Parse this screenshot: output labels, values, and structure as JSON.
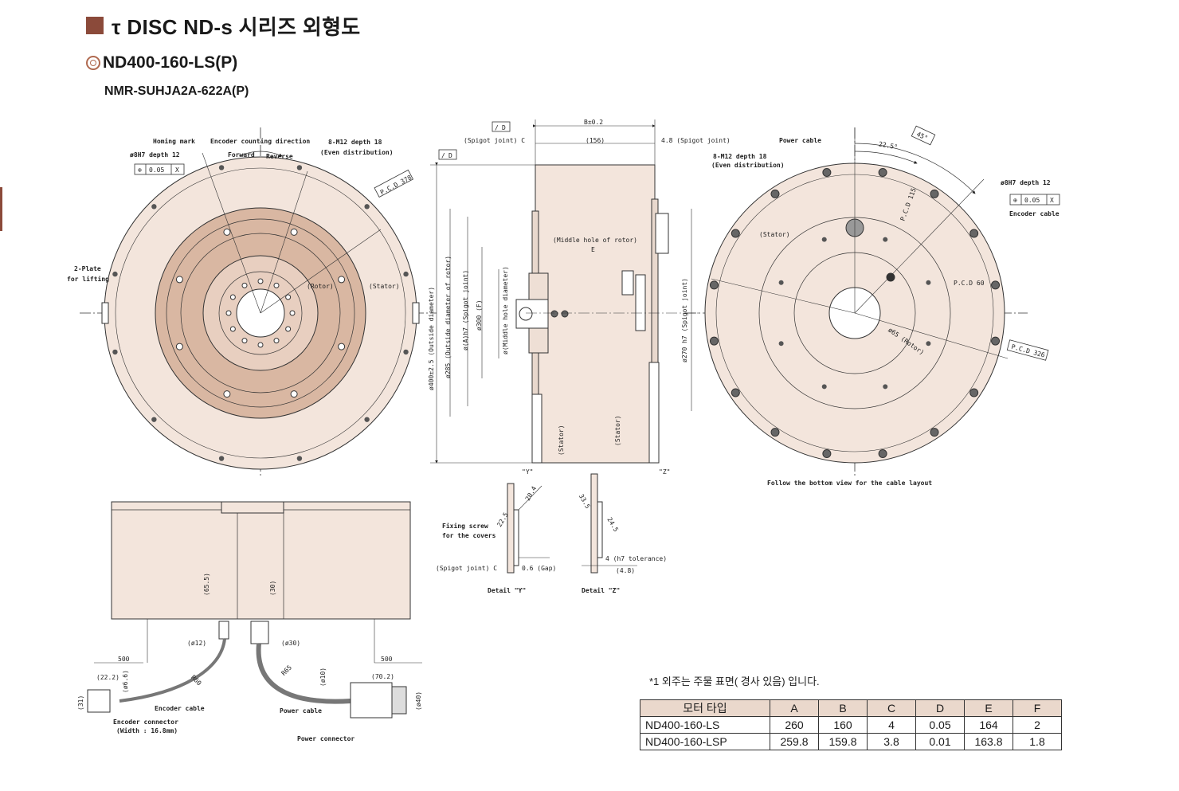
{
  "header": {
    "title": "τ DISC ND-s 시리즈  외형도",
    "model": "ND400-160-LS(P)",
    "code": "NMR-SUHJA2A-622A(P)"
  },
  "colors": {
    "accent": "#8b4a3a",
    "stator_fill": "#f3e5dc",
    "rotor_fill": "#d9b7a2",
    "table_header": "#ead8cc"
  },
  "drawing_labels": {
    "front": {
      "homing_mark": "Homing mark",
      "encoder_dir": "Encoder counting direction",
      "forward": "Forward",
      "reverse": "Reverse",
      "tap": "8-M12 depth 18",
      "even": "(Even distribution)",
      "pin": "ø8H7 depth 12",
      "tol": "0.05",
      "datum": "X",
      "pcd": "P.C.D 378",
      "plate1": "2-Plate",
      "plate2": "for lifting",
      "rotor": "(Rotor)",
      "stator": "(Stator)"
    },
    "side": {
      "flat": "D",
      "dim_top": "B±0.2",
      "spigot_c": "(Spigot joint) C",
      "d156": "(156)",
      "spigot_4": "4.8 (Spigot joint)",
      "middle_hole": "(Middle hole of rotor)",
      "middle_e": "E",
      "outside_d": "ø400±2.5 (Outside diameter)",
      "outer_rotor": "ø285 (Outside diameter of rotor)",
      "spigot_a": "ø(A)h7 (Spigot joint)",
      "f_dim": "ø300 (F)",
      "hole_d": "ø(Middle hole diameter)",
      "spigot_b": "ø270 h7 (Spigot joint)",
      "stator": "(Stator)",
      "stator2": "(Stator)",
      "mark_y": "\"Y\"",
      "mark_z": "\"Z\""
    },
    "rear": {
      "power_cable": "Power cable",
      "angle45": "45°",
      "angle22": "22.5°",
      "tap": "8-M12 depth 18",
      "even": "(Even distribution)",
      "pin": "ø8H7 depth 12",
      "tol": "0.05",
      "datum": "X",
      "encoder_cable": "Encoder cable",
      "stator": "(Stator)",
      "pcd1": "P.C.D 115",
      "pcd2": "P.C.D 60",
      "pcd3": "P.C.D 326",
      "rotor": "ø65 (Rotor)",
      "follow": "Follow the bottom view for the cable layout"
    },
    "bottom": {
      "d1": "(65.5)",
      "d2": "(30)",
      "phi12": "(ø12)",
      "phi30": "(ø30)",
      "len1": "500",
      "len2": "500",
      "d22": "(22.2)",
      "phi6": "(ø6.6)",
      "r1": "R60",
      "r2": "R65",
      "phi10": "(ø10)",
      "d70": "(70.2)",
      "phi40": "(ø40)",
      "d31": "(31)",
      "enc_cable": "Encoder cable",
      "enc_conn": "Encoder connector",
      "enc_width": "(Width : 16.8mm)",
      "pwr_cable": "Power cable",
      "pwr_conn": "Power connector"
    },
    "detail_y": {
      "d1": "20.4",
      "d2": "22.5",
      "fix1": "Fixing screw",
      "fix2": "for the covers",
      "spigot": "(Spigot joint) C",
      "gap": "0.6 (Gap)",
      "title": "Detail \"Y\""
    },
    "detail_z": {
      "d1": "33.5",
      "d2": "24.5",
      "tol": "4 (h7 tolerance)",
      "w": "(4.8)",
      "title": "Detail \"Z\""
    }
  },
  "note": "*1  외주는 주물 표면( 경사 있음) 입니다.",
  "table": {
    "headers": [
      "모터 타입",
      "A",
      "B",
      "C",
      "D",
      "E",
      "F"
    ],
    "rows": [
      [
        "ND400-160-LS",
        "260",
        "160",
        "4",
        "0.05",
        "164",
        "2"
      ],
      [
        "ND400-160-LSP",
        "259.8",
        "159.8",
        "3.8",
        "0.01",
        "163.8",
        "1.8"
      ]
    ]
  }
}
